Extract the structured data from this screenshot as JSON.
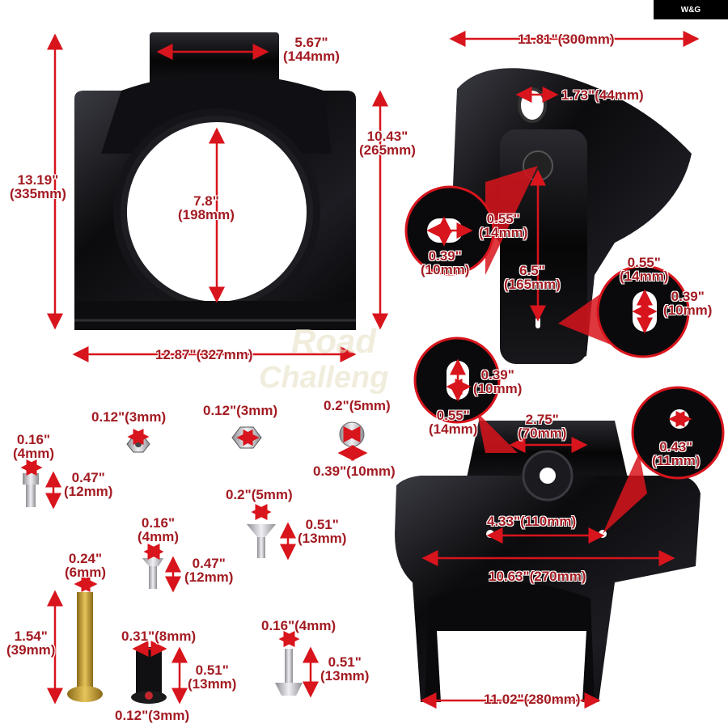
{
  "brand": {
    "label": "W&G"
  },
  "watermark": {
    "line1": "Road",
    "line2": "Challeng"
  },
  "colors": {
    "dim_red": "#d8141c",
    "label_red": "#a31b22",
    "part_black": "#0b0b0d"
  },
  "fairing_front": {
    "width_top": "5.67\"",
    "width_top_mm": "(144mm)",
    "height": "13.19\"",
    "height_mm": "(335mm)",
    "side_height": "10.43\"",
    "side_height_mm": "(265mm)",
    "opening_diameter": "7.8\"",
    "opening_diameter_mm": "(198mm)",
    "width": "12.87\"(327mm)"
  },
  "fairing_side": {
    "depth": "11.81\"(300mm)",
    "slot_width": "1.73\"(44mm)",
    "slot_a_w": "0.55\"",
    "slot_a_w_mm": "(14mm)",
    "slot_a_h": "0.39\"",
    "slot_a_h_mm": "(10mm)",
    "hole_spacing": "6.5\"",
    "hole_spacing_mm": "(165mm)",
    "slot_b_w": "0.55\"",
    "slot_b_w_mm": "(14mm)",
    "slot_b_h": "0.39\"",
    "slot_b_h_mm": "(10mm)"
  },
  "fairing_rear": {
    "slot_c_h": "0.39\"",
    "slot_c_h_mm": "(10mm)",
    "slot_c_w": "0.55\"",
    "slot_c_w_mm": "(14mm)",
    "top_width": "2.75\"",
    "top_width_mm": "(70mm)",
    "hole_diameter": "0.43\"",
    "hole_diameter_mm": "(11mm)",
    "hole_spacing": "4.33\"(110mm)",
    "width": "10.63\"(270mm)",
    "bottom_width": "11.02\"(280mm)"
  },
  "hardware": {
    "nut1": "0.12\"(3mm)",
    "nut2": "0.12\"(3mm)",
    "washer_inner": "0.2\"(5mm)",
    "washer_outer": "0.39\"(10mm)",
    "screw1_d": "0.16\"",
    "screw1_d_mm": "(4mm)",
    "screw1_l": "0.47\"",
    "screw1_l_mm": "(12mm)",
    "screw2_d": "0.2\"(5mm)",
    "screw2_l": "0.51\"",
    "screw2_l_mm": "(13mm)",
    "screw3_d": "0.16\"",
    "screw3_d_mm": "(4mm)",
    "screw3_l": "0.47\"",
    "screw3_l_mm": "(12mm)",
    "bolt_d": "0.24\"",
    "bolt_d_mm": "(6mm)",
    "bolt_l": "1.54\"",
    "bolt_l_mm": "(39mm)",
    "wellnut_d": "0.31\"(8mm)",
    "wellnut_l": "0.51\"",
    "wellnut_l_mm": "(13mm)",
    "wellnut_inner": "0.12\"(3mm)",
    "screw4_d": "0.16\"(4mm)",
    "screw4_l": "0.51\"",
    "screw4_l_mm": "(13mm)"
  }
}
